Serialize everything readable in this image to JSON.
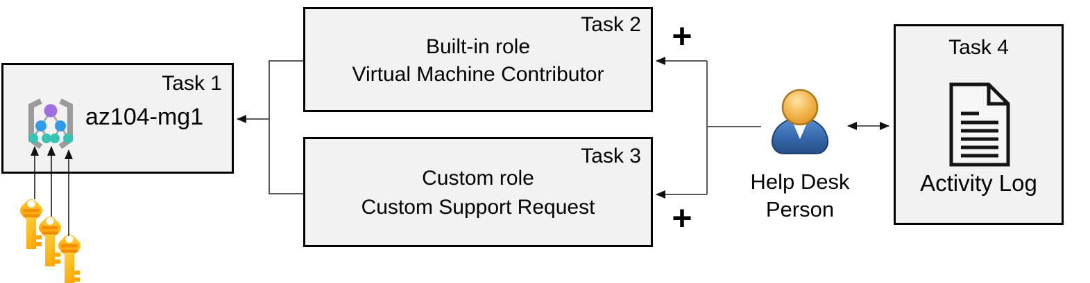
{
  "nodes": {
    "task1": {
      "label": "Task 1",
      "name": "az104-mg1"
    },
    "task2": {
      "label": "Task 2",
      "line1": "Built-in role",
      "line2": "Virtual Machine Contributor"
    },
    "task3": {
      "label": "Task 3",
      "line1": "Custom role",
      "line2": "Custom Support Request"
    },
    "task4": {
      "label": "Task 4",
      "caption": "Activity Log"
    },
    "actor": {
      "line1": "Help Desk",
      "line2": "Person"
    }
  },
  "symbols": {
    "plus_top": "+",
    "plus_bottom": "+"
  },
  "icons": {
    "task1": "management-group-icon",
    "task1_keys": "key-icon (x3)",
    "actor": "person-icon",
    "task4": "document-icon"
  },
  "colors": {
    "box_fill": "#F2F2F2",
    "box_border": "#000000",
    "connector_line": "#5A5A5A",
    "arrowhead": "#111111",
    "key_gold_light": "#FFD23B",
    "key_gold_dark": "#FFA400",
    "key_stripe": "#F28E00",
    "person_head": "#E8A838",
    "person_body": "#3A6FB7",
    "mg_node_purple": "#9F6FDF",
    "mg_node_blue": "#2E9CEA",
    "mg_node_teal": "#35C3B2",
    "mg_bracket_gray": "#9B9B9B"
  }
}
